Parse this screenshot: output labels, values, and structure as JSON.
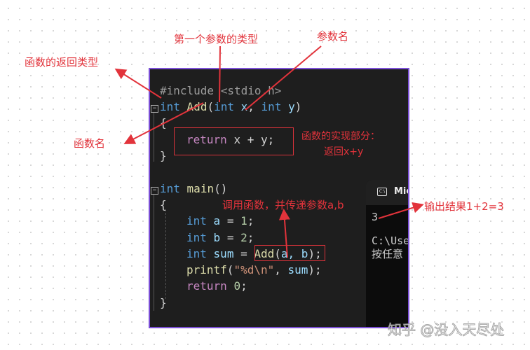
{
  "code": {
    "include": "#include <stdio.h>",
    "add_sig": {
      "ret": "int",
      "name": "Add",
      "p1type": "int",
      "p1": "x",
      "p2type": "int",
      "p2": "y"
    },
    "open_brace": "{",
    "close_brace": "}",
    "return_kw": "return",
    "return_expr": "x + y;",
    "main_ret": "int",
    "main_name": "main",
    "a_line": {
      "type": "int",
      "name": "a",
      "value": "1"
    },
    "b_line": {
      "type": "int",
      "name": "b",
      "value": "2"
    },
    "sum_line": {
      "type": "int",
      "name": "sum",
      "call": "Add",
      "args": "a, b"
    },
    "printf_name": "printf",
    "printf_fmt": "\"%d\\n\"",
    "printf_arg": "sum",
    "return0_kw": "return",
    "return0_val": "0"
  },
  "console": {
    "title": "Mic",
    "icon": "terminal-icon",
    "output": "3",
    "path": "C:\\Use",
    "prompt": "按任意"
  },
  "annotations": {
    "first_param_type": "第一个参数的类型",
    "param_name": "参数名",
    "return_type": "函数的返回类型",
    "function_name": "函数名",
    "body_line1": "函数的实现部分：",
    "body_line2": "返回x+y",
    "call": "调用函数，并传递参数a,b",
    "output": "输出结果1+2=3"
  },
  "watermark": "知乎 @没入天尽处",
  "colors": {
    "annotation": "#e2333b",
    "border": "#7b4fd6",
    "editor_bg": "#1e1e1e"
  }
}
